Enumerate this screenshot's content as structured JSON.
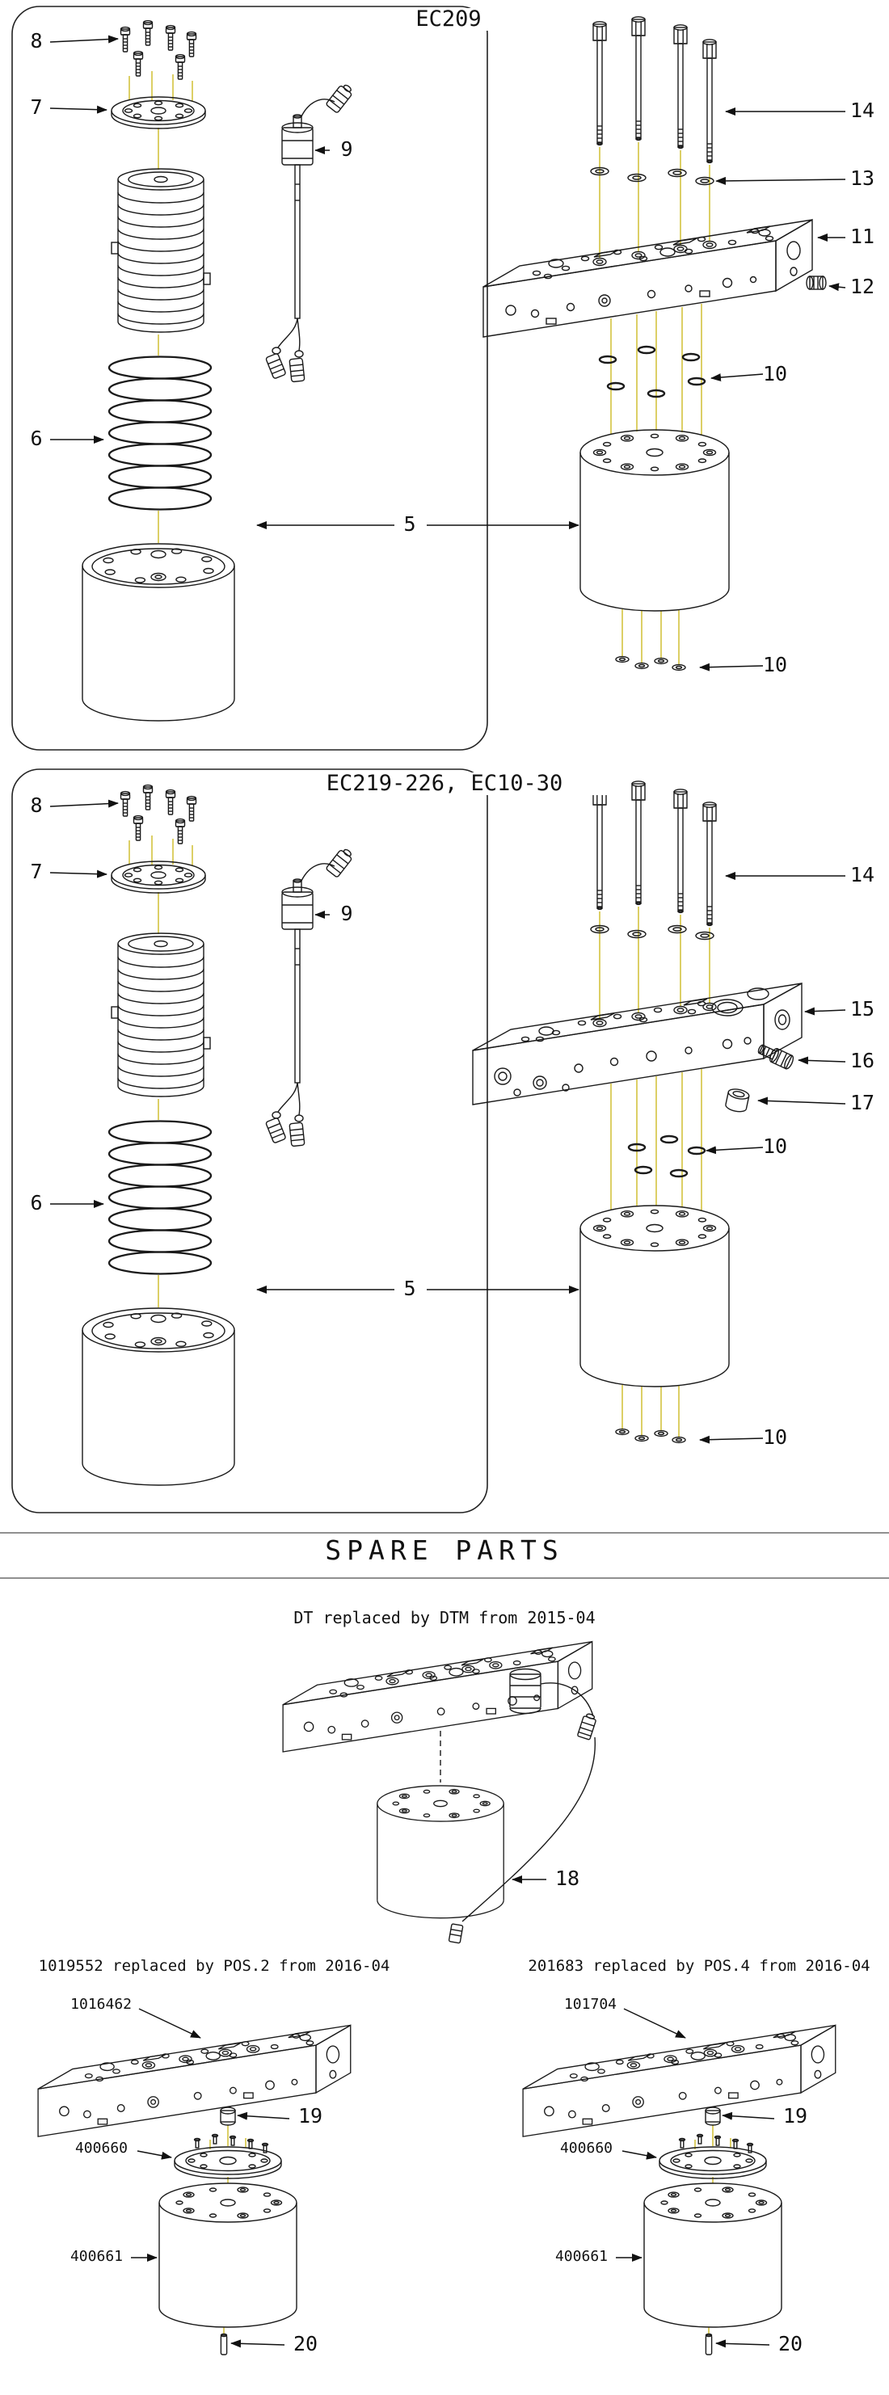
{
  "ec209": {
    "title": "EC209",
    "callouts": {
      "n8": "8",
      "n7": "7",
      "n9": "9",
      "n6": "6",
      "n5": "5",
      "n14": "14",
      "n13": "13",
      "n11": "11",
      "n12": "12",
      "n10_upper": "10",
      "n10_lower": "10"
    }
  },
  "ec219": {
    "title": "EC219-226, EC10-30",
    "callouts": {
      "n8": "8",
      "n7": "7",
      "n9": "9",
      "n6": "6",
      "n5": "5",
      "n14": "14",
      "n15": "15",
      "n16": "16",
      "n17": "17",
      "n10_upper": "10",
      "n10_lower": "10"
    }
  },
  "spare_parts": {
    "title": "SPARE PARTS",
    "dt": {
      "note": "DT replaced by DTM from 2015-04",
      "callout_18": "18"
    },
    "left": {
      "note": "1019552 replaced by POS.2 from 2016-04",
      "part_top": "1016462",
      "part_mid": "400660",
      "part_bottom": "400661",
      "callout_19": "19",
      "callout_20": "20"
    },
    "right": {
      "note": "201683 replaced by POS.4 from 2016-04",
      "part_top": "101704",
      "part_mid": "400660",
      "part_bottom": "400661",
      "callout_19": "19",
      "callout_20": "20"
    }
  }
}
